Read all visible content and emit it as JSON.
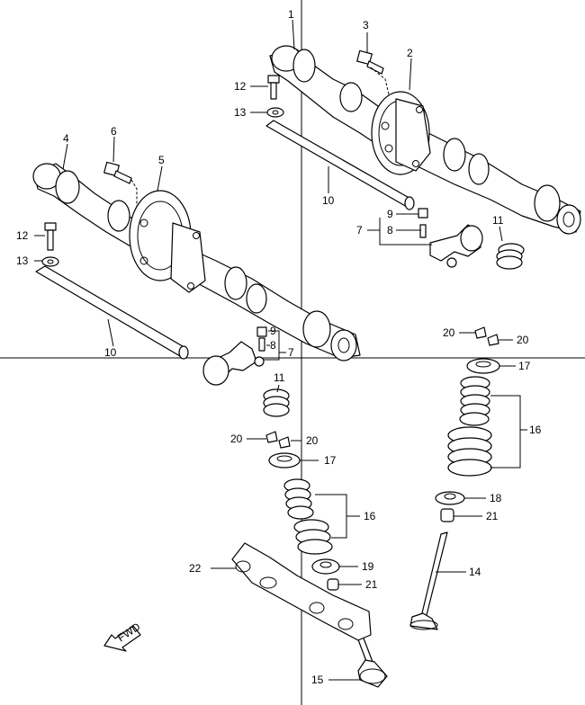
{
  "diagram": {
    "fwd_label": "FWD",
    "part_numbers": {
      "p1": "1",
      "p2": "2",
      "p3": "3",
      "p4": "4",
      "p5": "5",
      "p6": "6",
      "p7a": "7",
      "p7b": "7",
      "p8a": "8",
      "p8b": "8",
      "p9a": "9",
      "p9b": "9",
      "p10a": "10",
      "p10b": "10",
      "p11a": "11",
      "p11b": "11",
      "p12a": "12",
      "p12b": "12",
      "p13a": "13",
      "p13b": "13",
      "p14": "14",
      "p15": "15",
      "p16a": "16",
      "p16b": "16",
      "p17a": "17",
      "p17b": "17",
      "p18": "18",
      "p19": "19",
      "p20a": "20",
      "p20b": "20",
      "p20c": "20",
      "p20d": "20",
      "p21a": "21",
      "p21b": "21",
      "p22": "22"
    }
  }
}
